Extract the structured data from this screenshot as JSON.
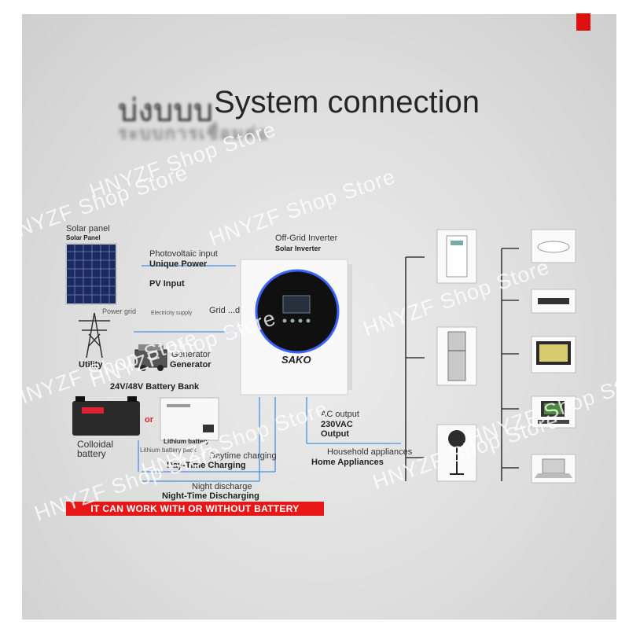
{
  "title": "System connection",
  "title_prefix_blurred": "บ่งบบบ",
  "subtitle_blurred": "ระบบการเชื่อมต่อ",
  "watermark": "HNYZF Shop Store",
  "solar": {
    "label": "Solar panel",
    "label_en": "Solar Panel"
  },
  "pv": {
    "label": "Photovoltaic input",
    "label2": "Unique Power",
    "label3": "PV Input"
  },
  "grid": {
    "label": "Power grid",
    "supply": "Electricity supply",
    "label2": "Grid ...d",
    "utility": "Utility"
  },
  "generator": {
    "label": "Generator",
    "label2": "Generator"
  },
  "inverter": {
    "label": "Off-Grid Inverter",
    "label2": "Solar Inverter",
    "brand": "SAKO"
  },
  "battery": {
    "bank": "24V/48V Battery Bank",
    "or": "or",
    "colloidal": "Colloidal",
    "colloidal2": "battery",
    "lithium": "Lithium battery",
    "lithium2": "Lithium battery pack"
  },
  "charging": {
    "label": "Daytime charging",
    "label2": "Day-Time Charging"
  },
  "discharge": {
    "label": "Night discharge",
    "label2": "Night-Time Discharging"
  },
  "banner": "IT CAN WORK WITH OR WITHOUT BATTERY",
  "ac_output": {
    "label": "AC output",
    "label2": "230VAC",
    "label3": "Output"
  },
  "household": {
    "label": "Household appliances",
    "label2": "Home Appliances"
  },
  "colors": {
    "banner": "#e81717",
    "corner": "#e01010",
    "ring": "#3b63ff",
    "line": "#4a90e2"
  }
}
